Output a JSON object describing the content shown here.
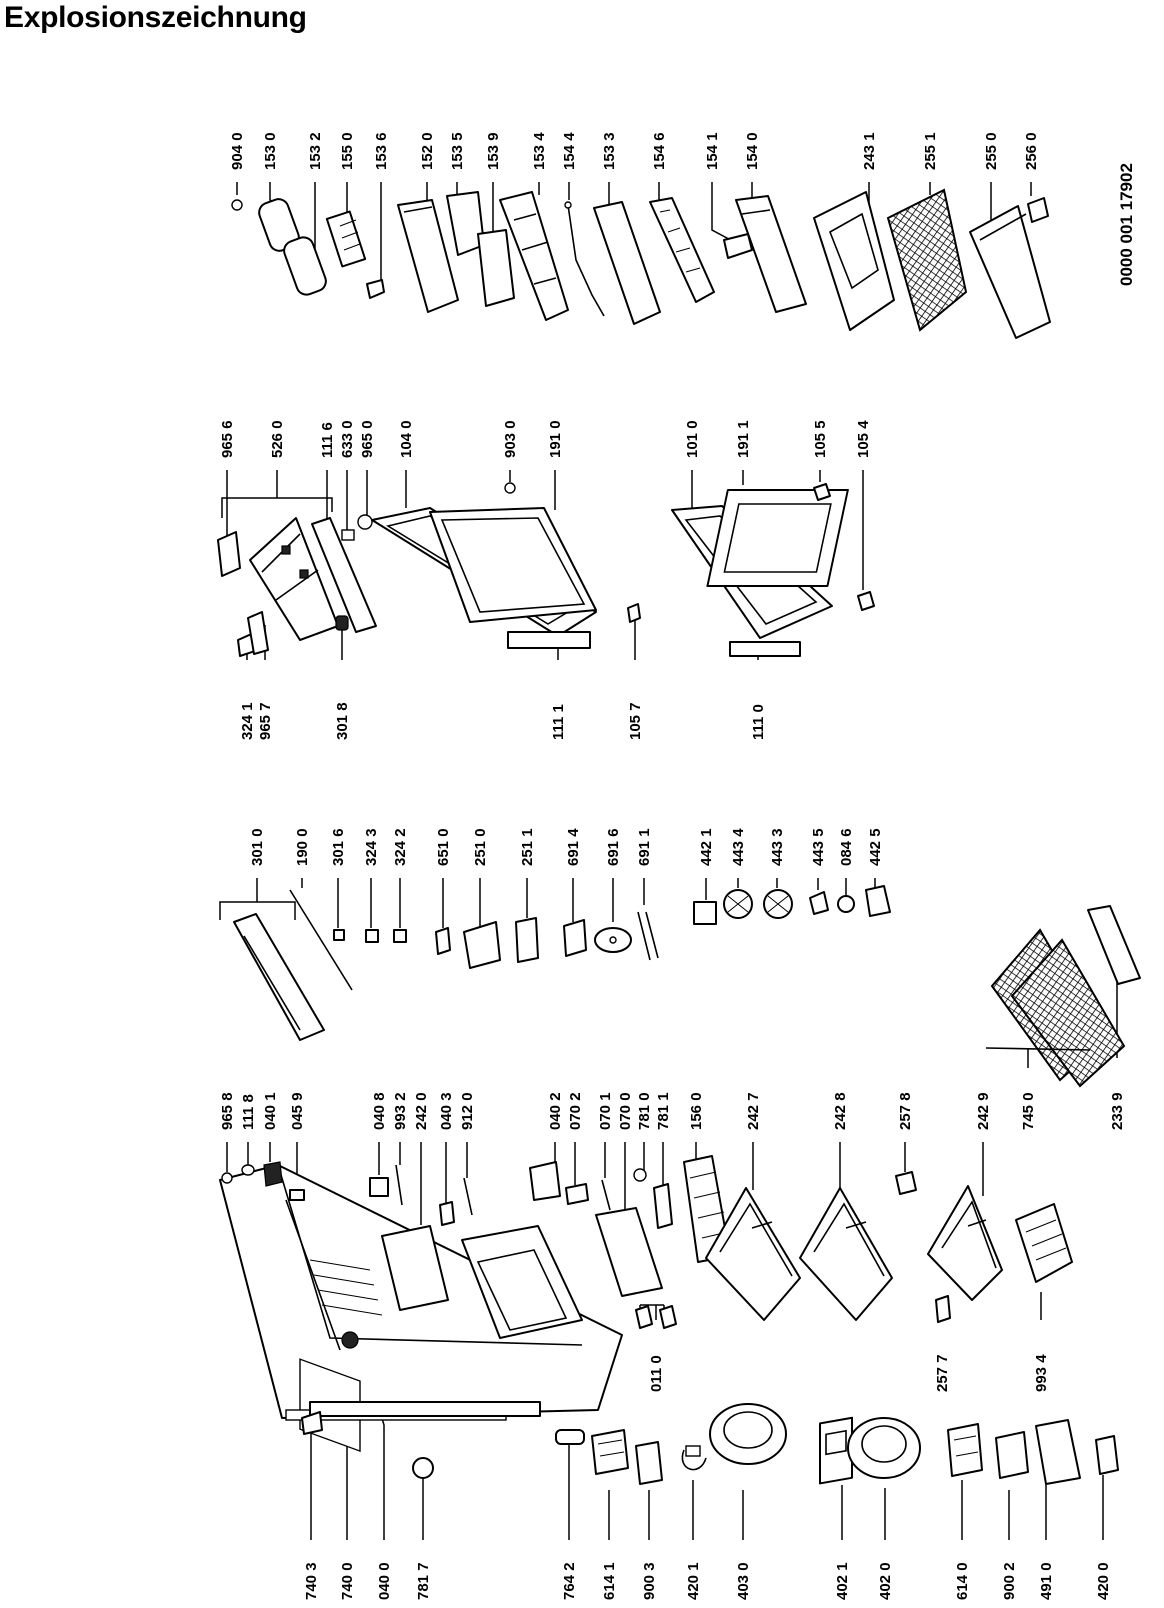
{
  "page_title": "Explosionszeichnung",
  "document_number": "0000 001 17902",
  "labels": {
    "c1": [
      "904 0",
      "153 0",
      "153 2",
      "155 0",
      "153 6",
      "152 0",
      "153 5",
      "153 9",
      "153 4",
      "154 4",
      "153 3",
      "154 6",
      "154 1",
      "154 0",
      "243 1",
      "255 1",
      "255 0",
      "256 0"
    ],
    "c2": [
      "965 6",
      "526 0",
      "111 6",
      "633 0",
      "965 0",
      "104 0",
      "903 0",
      "191 0",
      "101 0",
      "191 1",
      "105 5",
      "105 4"
    ],
    "c2b": [
      "324 1",
      "965 7",
      "301 8",
      "111 1",
      "105 7",
      "111 0"
    ],
    "c3": [
      "301 0",
      "190 0",
      "301 6",
      "324 3",
      "324 2",
      "651 0",
      "251 0",
      "251 1",
      "691 4",
      "691 6",
      "691 1",
      "442 1",
      "443 4",
      "443 3",
      "443 5",
      "084 6",
      "442 5"
    ],
    "c4": [
      "965 8",
      "111 8",
      "040 1",
      "045 9",
      "040 8",
      "993 2",
      "242 0",
      "040 3",
      "912 0",
      "040 2",
      "070 2",
      "070 1",
      "070 0",
      "781 0",
      "781 1",
      "156 0",
      "242 7",
      "242 8",
      "257 8",
      "242 9",
      "745 0",
      "233 9"
    ],
    "c4b": [
      "011 0",
      "257 7",
      "993 4"
    ],
    "c5": [
      "740 3",
      "740 0",
      "040 0",
      "781 7",
      "764 2",
      "614 1",
      "900 3",
      "420 1",
      "403 0",
      "402 1",
      "402 0",
      "614 0",
      "900 2",
      "491 0",
      "420 0"
    ]
  }
}
